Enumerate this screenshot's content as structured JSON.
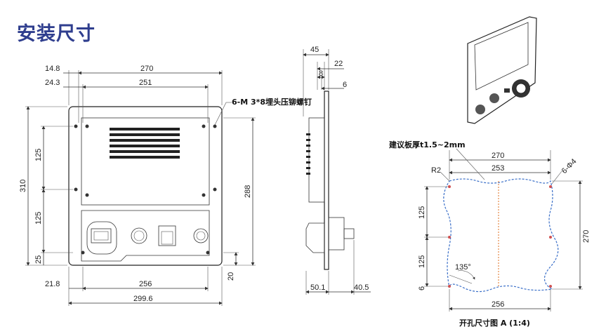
{
  "title": "安装尺寸",
  "labels": {
    "screw_note": "6-M 3*8埋头压铆螺钉",
    "plate_note": "建议板厚t1.5~2mm",
    "cutout_caption": "开孔尺寸图   A (1:4)",
    "corner_radius": "R2",
    "hole_note": "6-Φ4",
    "angle": "135°"
  },
  "front_dims": {
    "d14_8": "14.8",
    "d270": "270",
    "d24_3": "24.3",
    "d251": "251",
    "d125a": "125",
    "d310": "310",
    "d125b": "125",
    "d288": "288",
    "d25": "25",
    "d20": "20",
    "d21_8": "21.8",
    "d256": "256",
    "d299_6": "299.6"
  },
  "side_dims": {
    "d45": "45",
    "d22": "22",
    "d8": "8",
    "d6": "6",
    "d50_1": "50.1",
    "d40_5": "40.5"
  },
  "cutout_dims": {
    "d270": "270",
    "d253": "253",
    "d125a": "125",
    "d270v": "270",
    "d125b": "125",
    "d6": "6",
    "d256": "256"
  }
}
